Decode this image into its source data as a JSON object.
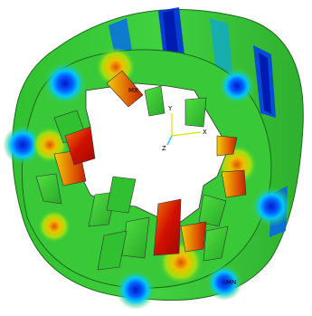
{
  "viewport": {
    "background": "#ffffff",
    "colormap": [
      "#0018c8",
      "#0060ff",
      "#00b8ff",
      "#00e0a0",
      "#30d020",
      "#a0e010",
      "#f0f000",
      "#f0a000",
      "#e05000",
      "#d01000"
    ]
  },
  "labels": {
    "mx": "MX",
    "mn": "MN",
    "axis_x": "X",
    "axis_y": "Y",
    "axis_z": "Z"
  }
}
